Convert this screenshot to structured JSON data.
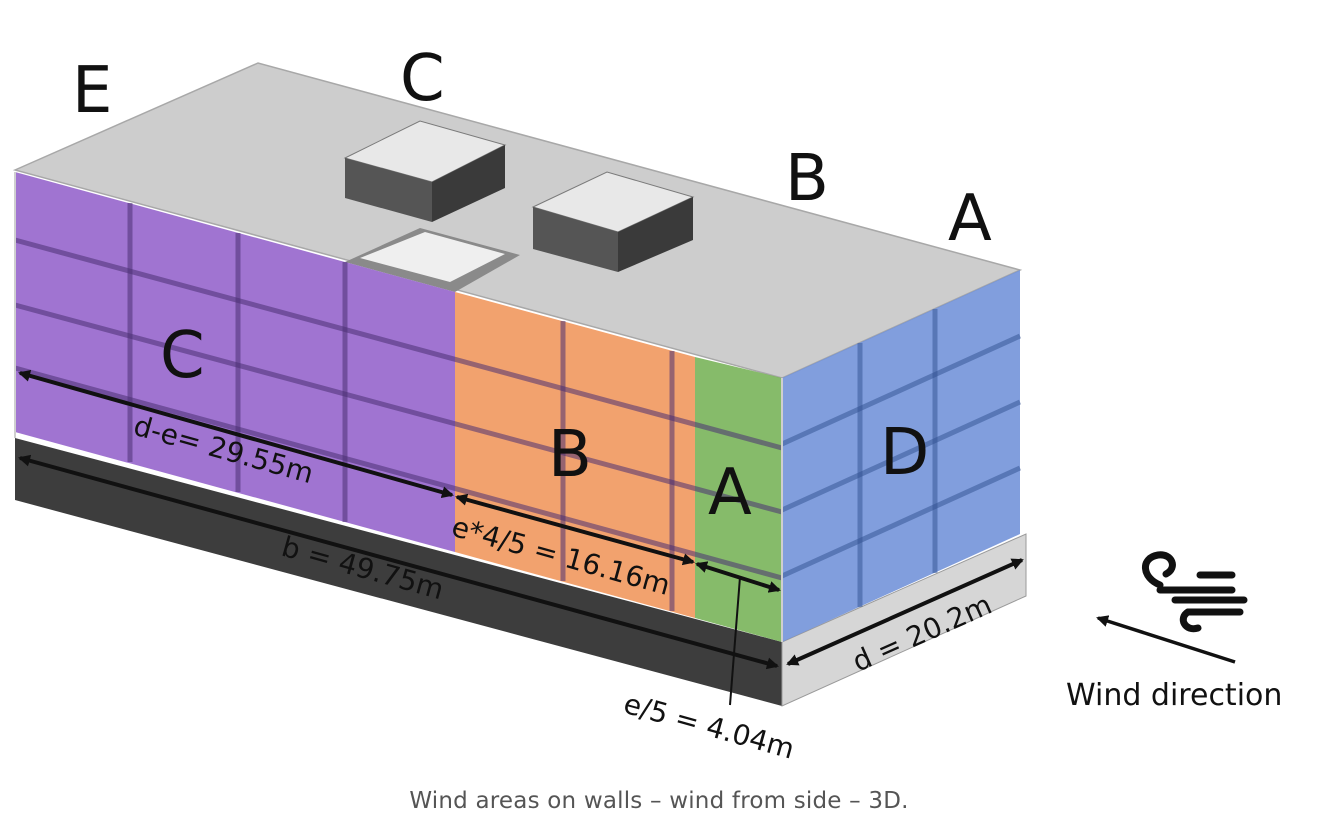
{
  "diagram": {
    "roof_labels": {
      "e": "E",
      "c": "C",
      "b": "B",
      "a": "A"
    },
    "zone_labels": {
      "c": "C",
      "b": "B",
      "a": "A",
      "d": "D"
    },
    "dimensions": {
      "d_minus_e": "d-e= 29.55m",
      "b": "b = 49.75m",
      "e_4_5": "e*4/5 = 16.16m",
      "e_5": "e/5 = 4.04m",
      "d": "d = 20.2m"
    },
    "wind": {
      "label": "Wind direction",
      "icon": "wind-icon"
    },
    "colors": {
      "zone_c": "#8f5cc9",
      "zone_b": "#f0955a",
      "zone_a": "#79b45a",
      "zone_d": "#6f91d8",
      "roof": "#cfcfcf",
      "base": "#3a3a3a"
    }
  },
  "caption": "Wind areas on walls – wind from side – 3D."
}
